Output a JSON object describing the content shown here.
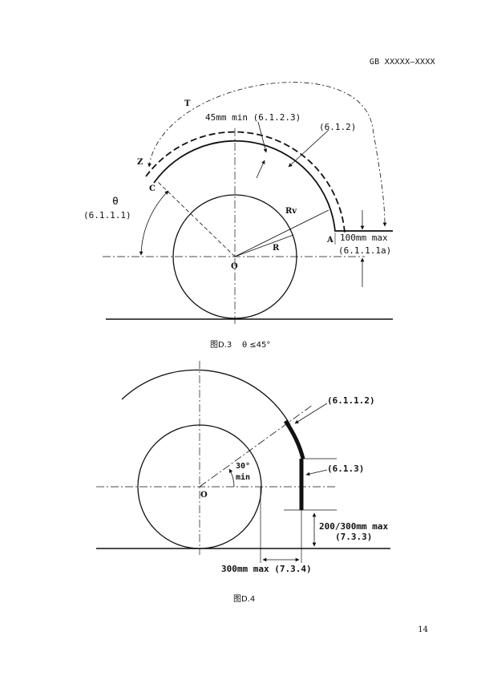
{
  "header": {
    "doc_code": "GB XXXXX—XXXX"
  },
  "figure_d3": {
    "caption_label": "图D.3",
    "caption_condition": "θ ≤45°",
    "labels": {
      "T": "T",
      "Z": "Z",
      "C": "C",
      "A": "A",
      "O": "O",
      "R": "R",
      "Rv": "Rv",
      "theta": "θ",
      "theta_ref": "(6.1.1.1)",
      "min_45": "45mm min (6.1.2.3)",
      "ref_612": "(6.1.2)",
      "max_100": "100mm max",
      "ref_6111a": "(6.1.1.1a)"
    }
  },
  "figure_d4": {
    "caption_label": "图D.4",
    "labels": {
      "O": "O",
      "ref_6112": "(6.1.1.2)",
      "ref_613": "(6.1.3)",
      "angle": "30°",
      "angle_min": "min",
      "max_200_300": "200/300mm max",
      "ref_733": "(7.3.3)",
      "max_300": "300mm max (7.3.4)"
    }
  },
  "footer": {
    "page_number": "14"
  }
}
